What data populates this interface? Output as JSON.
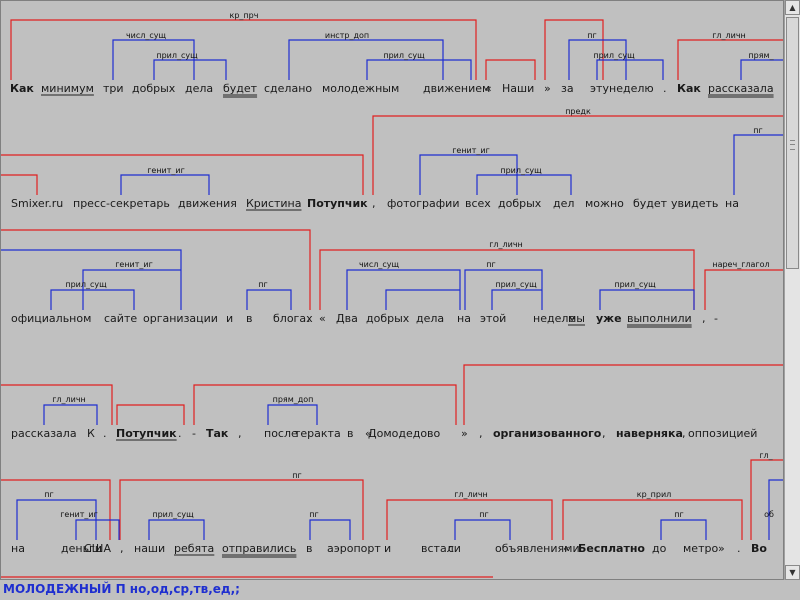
{
  "status_text": "МОЛОДЕЖНЫЙ П но,од,ср,тв,ед,;",
  "colors": {
    "predicate_link": "#e02020",
    "attribute_link": "#1f2fd0",
    "status_text": "#1f2fd0",
    "background": "#c0c0c0"
  },
  "scrollbar": {
    "up_icon": "arrow-up-icon",
    "down_icon": "arrow-down-icon"
  },
  "tokens": [
    {
      "id": "t0",
      "text": "Как",
      "bold": true
    },
    {
      "id": "t1",
      "text": "минимум",
      "ul": 1
    },
    {
      "id": "t2",
      "text": "три"
    },
    {
      "id": "t3",
      "text": "добрых"
    },
    {
      "id": "t4",
      "text": "дела"
    },
    {
      "id": "t5",
      "text": "будет",
      "ul": 2
    },
    {
      "id": "t6",
      "text": "сделано"
    },
    {
      "id": "t7",
      "text": "молодежным"
    },
    {
      "id": "t8",
      "text": "движением"
    },
    {
      "id": "t9",
      "text": "«"
    },
    {
      "id": "t10",
      "text": "Наши"
    },
    {
      "id": "t11",
      "text": "»"
    },
    {
      "id": "t12",
      "text": "за"
    },
    {
      "id": "t13",
      "text": "эту"
    },
    {
      "id": "t14",
      "text": "неделю"
    },
    {
      "id": "t15",
      "text": "."
    },
    {
      "id": "t16",
      "text": "Как",
      "bold": true
    },
    {
      "id": "t17",
      "text": "рассказала",
      "ul": 2
    },
    {
      "id": "t18",
      "text": "Smixer.ru"
    },
    {
      "id": "t19",
      "text": "пресс-секретарь"
    },
    {
      "id": "t20",
      "text": "движения"
    },
    {
      "id": "t21",
      "text": "Кристина",
      "ul": 1
    },
    {
      "id": "t22",
      "text": "Потупчик",
      "bold": true
    },
    {
      "id": "t23",
      "text": ","
    },
    {
      "id": "t24",
      "text": "фотографии"
    },
    {
      "id": "t25",
      "text": "всех"
    },
    {
      "id": "t26",
      "text": "добрых"
    },
    {
      "id": "t27",
      "text": "дел"
    },
    {
      "id": "t28",
      "text": "можно"
    },
    {
      "id": "t29",
      "text": "будет"
    },
    {
      "id": "t30",
      "text": "увидеть"
    },
    {
      "id": "t31",
      "text": "на"
    },
    {
      "id": "t32",
      "text": "официальном"
    },
    {
      "id": "t33",
      "text": "сайте"
    },
    {
      "id": "t34",
      "text": "организации"
    },
    {
      "id": "t35",
      "text": "и"
    },
    {
      "id": "t36",
      "text": "в"
    },
    {
      "id": "t37",
      "text": "блогах"
    },
    {
      "id": "t38",
      "text": "."
    },
    {
      "id": "t39",
      "text": "«"
    },
    {
      "id": "t40",
      "text": "Два"
    },
    {
      "id": "t41",
      "text": "добрых"
    },
    {
      "id": "t42",
      "text": "дела"
    },
    {
      "id": "t43",
      "text": "на"
    },
    {
      "id": "t44",
      "text": "этой"
    },
    {
      "id": "t45",
      "text": "неделе"
    },
    {
      "id": "t46",
      "text": "мы",
      "ul": 1
    },
    {
      "id": "t47",
      "text": "уже",
      "bold": true
    },
    {
      "id": "t48",
      "text": "выполнили",
      "ul": 2
    },
    {
      "id": "t49",
      "text": ","
    },
    {
      "id": "t50",
      "text": "-"
    },
    {
      "id": "t51",
      "text": "рассказала"
    },
    {
      "id": "t52",
      "text": "К"
    },
    {
      "id": "t53",
      "text": "."
    },
    {
      "id": "t54",
      "text": "Потупчик",
      "bold": true,
      "ul": 1
    },
    {
      "id": "t55",
      "text": "."
    },
    {
      "id": "t56",
      "text": "-"
    },
    {
      "id": "t57",
      "text": "Так",
      "bold": true
    },
    {
      "id": "t58",
      "text": ","
    },
    {
      "id": "t59",
      "text": "после"
    },
    {
      "id": "t60",
      "text": "теракта"
    },
    {
      "id": "t61",
      "text": "в"
    },
    {
      "id": "t62",
      "text": "«"
    },
    {
      "id": "t63",
      "text": "Домодедово"
    },
    {
      "id": "t64",
      "text": "»"
    },
    {
      "id": "t65",
      "text": ","
    },
    {
      "id": "t66",
      "text": "организованного",
      "bold": true
    },
    {
      "id": "t67",
      "text": ","
    },
    {
      "id": "t68",
      "text": "наверняка",
      "bold": true
    },
    {
      "id": "t69",
      "text": ","
    },
    {
      "id": "t70",
      "text": "оппозицией"
    },
    {
      "id": "t71",
      "text": "на"
    },
    {
      "id": "t72",
      "text": "деньги"
    },
    {
      "id": "t73",
      "text": "США"
    },
    {
      "id": "t74",
      "text": ","
    },
    {
      "id": "t75",
      "text": "наши"
    },
    {
      "id": "t76",
      "text": "ребята",
      "ul": 1
    },
    {
      "id": "t77",
      "text": "отправились",
      "ul": 2
    },
    {
      "id": "t78",
      "text": "в"
    },
    {
      "id": "t79",
      "text": "аэропорт"
    },
    {
      "id": "t80",
      "text": "и"
    },
    {
      "id": "t81",
      "text": "встали"
    },
    {
      "id": "t82",
      "text": "с"
    },
    {
      "id": "t83",
      "text": "объявлениями"
    },
    {
      "id": "t84",
      "text": "«"
    },
    {
      "id": "t85",
      "text": "Бесплатно",
      "bold": true
    },
    {
      "id": "t86",
      "text": "до"
    },
    {
      "id": "t87",
      "text": "метро"
    },
    {
      "id": "t88",
      "text": "»"
    },
    {
      "id": "t89",
      "text": "."
    },
    {
      "id": "t90",
      "text": "Во",
      "bold": true
    }
  ],
  "labels": [
    {
      "id": "l0",
      "text": "кр_прч"
    },
    {
      "id": "l1",
      "text": "числ_сущ"
    },
    {
      "id": "l2",
      "text": "прил_сущ"
    },
    {
      "id": "l3",
      "text": "инстр_доп"
    },
    {
      "id": "l4",
      "text": "прил_сущ"
    },
    {
      "id": "l5",
      "text": "пг"
    },
    {
      "id": "l6",
      "text": "прил_сущ"
    },
    {
      "id": "l7",
      "text": "гл_личн"
    },
    {
      "id": "l8",
      "text": "прям_"
    },
    {
      "id": "l9",
      "text": "предк"
    },
    {
      "id": "l10",
      "text": "пг"
    },
    {
      "id": "l11",
      "text": "генит_иг"
    },
    {
      "id": "l12",
      "text": "генит_иг"
    },
    {
      "id": "l13",
      "text": "прил_сущ"
    },
    {
      "id": "l14",
      "text": "гл_личн"
    },
    {
      "id": "l15",
      "text": "генит_иг"
    },
    {
      "id": "l16",
      "text": "прил_сущ"
    },
    {
      "id": "l17",
      "text": "пг"
    },
    {
      "id": "l18",
      "text": "числ_сущ"
    },
    {
      "id": "l19",
      "text": "пг"
    },
    {
      "id": "l20",
      "text": "прил_сущ"
    },
    {
      "id": "l21",
      "text": "прил_сущ"
    },
    {
      "id": "l22",
      "text": "нареч_глагол"
    },
    {
      "id": "l23",
      "text": "гл_личн"
    },
    {
      "id": "l24",
      "text": "прям_доп"
    },
    {
      "id": "l25",
      "text": "пг"
    },
    {
      "id": "l26",
      "text": "гл_личн"
    },
    {
      "id": "l27",
      "text": "гл_"
    },
    {
      "id": "l28",
      "text": "гл_личн"
    },
    {
      "id": "l29",
      "text": "пг"
    },
    {
      "id": "l30",
      "text": "генит_иг"
    },
    {
      "id": "l31",
      "text": "прил_сущ"
    },
    {
      "id": "l32",
      "text": "пг"
    },
    {
      "id": "l33",
      "text": "пг"
    },
    {
      "id": "l34",
      "text": "кр_прил"
    },
    {
      "id": "l35",
      "text": "пг"
    },
    {
      "id": "l36",
      "text": "об"
    }
  ]
}
